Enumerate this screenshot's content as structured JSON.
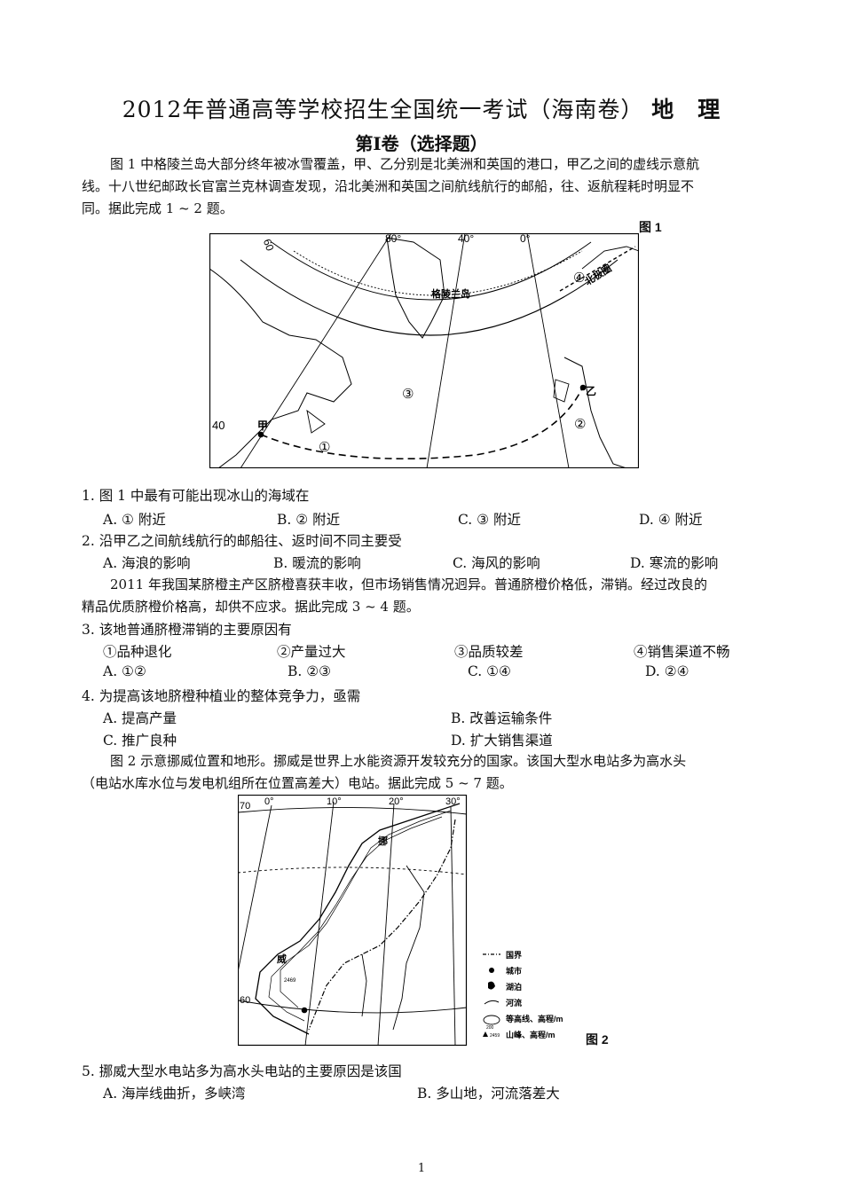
{
  "title": {
    "main": "2012年普通高等学校招生全国统一考试（海南卷）",
    "subject": "地　理"
  },
  "subtitle": "第Ⅰ卷（选择题）",
  "intro1": {
    "line1": "图 1 中格陵兰岛大部分终年被冰雪覆盖，甲、乙分别是北美洲和英国的港口，甲乙之间的虚线示意航",
    "line2": "线。十八世纪邮政长官富兰克林调查发现，沿北美洲和英国之间航线航行的邮船，往、返航程耗时明显不",
    "line3": "同。据此完成 1 ~ 2 题。"
  },
  "figure1": {
    "label": "图 1",
    "lon_labels": [
      "80°",
      "40°",
      "0°"
    ],
    "lat_labels": [
      "60",
      "40"
    ],
    "place_labels": {
      "greenland": "格陵兰岛",
      "arctic": "北极圈",
      "jia": "甲",
      "yi": "乙"
    },
    "markers": [
      "①",
      "②",
      "③",
      "④"
    ]
  },
  "q1": {
    "stem": "1.  图 1 中最有可能出现冰山的海域在",
    "options": [
      "A.  ① 附近",
      "B.  ② 附近",
      "C.  ③ 附近",
      "D.  ④ 附近"
    ]
  },
  "q2": {
    "stem": "2.  沿甲乙之间航线航行的邮船往、返时间不同主要受",
    "options": [
      "A.  海浪的影响",
      "B.  暖流的影响",
      "C.  海风的影响",
      "D.  寒流的影响"
    ]
  },
  "intro2": {
    "line1": "2011 年我国某脐橙主产区脐橙喜获丰收，但市场销售情况迥异。普通脐橙价格低，滞销。经过改良的",
    "line2": "精品优质脐橙价格高，却供不应求。据此完成 3 ~ 4 题。"
  },
  "q3": {
    "stem": "3.  该地普通脐橙滞销的主要原因有",
    "items": [
      "①品种退化",
      "②产量过大",
      "③品质较差",
      "④销售渠道不畅"
    ],
    "options": [
      "A.  ①②",
      "B.  ②③",
      "C.  ①④",
      "D.  ②④"
    ]
  },
  "q4": {
    "stem": "4.  为提高该地脐橙种植业的整体竞争力，亟需",
    "options": [
      "A.  提高产量",
      "B.  改善运输条件",
      "C.  推广良种",
      "D.  扩大销售渠道"
    ]
  },
  "intro3": {
    "line1": "图 2 示意挪威位置和地形。挪威是世界上水能资源开发较充分的国家。该国大型水电站多为高水头",
    "line2": "（电站水库水位与发电机组所在位置高差大）电站。据此完成 5 ~ 7 题。"
  },
  "figure2": {
    "label": "图 2",
    "lon_labels": [
      "0°",
      "10°",
      "20°",
      "30°"
    ],
    "lat_labels": [
      "70",
      "60"
    ],
    "place_labels": {
      "nuo": "挪",
      "wei": "威"
    },
    "elev_sample": "2469",
    "legend": [
      "国界",
      "城市",
      "湖泊",
      "河流",
      "等高线、高程/m",
      "山峰、高程/m"
    ],
    "legend_samples": {
      "contour": "200",
      "peak": "2459"
    }
  },
  "q5": {
    "stem": "5.  挪威大型水电站多为高水头电站的主要原因是该国",
    "options": [
      "A.  海岸线曲折，多峡湾",
      "B.  多山地，河流落差大"
    ]
  },
  "page_number": "1"
}
